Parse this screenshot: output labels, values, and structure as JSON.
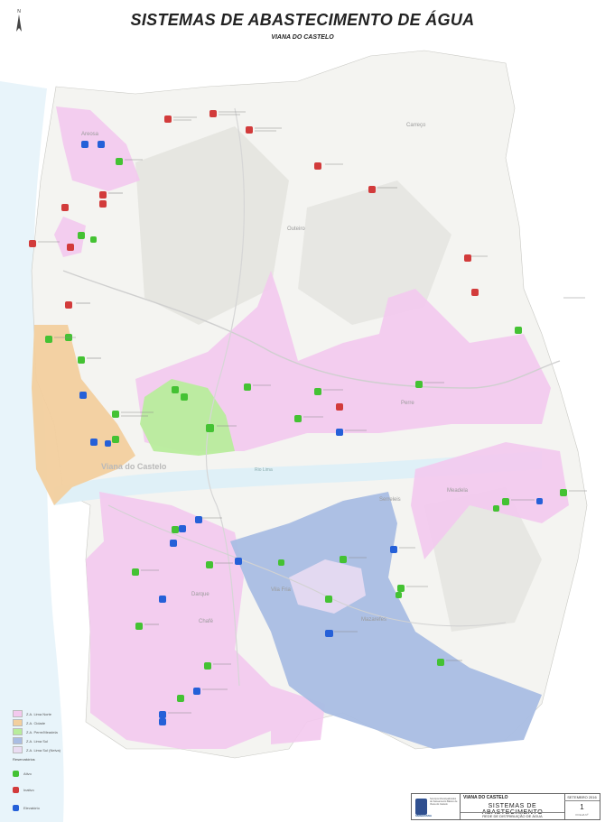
{
  "map_title": "SISTEMAS DE ABASTECIMENTO DE ÁGUA",
  "map_subtitle": "VIANA DO CASTELO",
  "north_label": "N",
  "place_labels": [
    {
      "text": "Viana do Castelo"
    },
    {
      "text": "Rio Lima"
    },
    {
      "text": "Outeiro"
    },
    {
      "text": "Perre"
    },
    {
      "text": "Meadela"
    },
    {
      "text": "Darque"
    },
    {
      "text": "Vila Fria"
    },
    {
      "text": "Serreleis"
    },
    {
      "text": "Mazarefes"
    },
    {
      "text": "Chafé"
    },
    {
      "text": "Carreço"
    },
    {
      "text": "Areosa"
    }
  ],
  "legend": {
    "zones": [
      {
        "label": "Z.A. Lima Norte",
        "color": "#f3c9ee"
      },
      {
        "label": "Z.A. Cidade",
        "color": "#f2cf9e"
      },
      {
        "label": "Z.A. Perre/Meadela",
        "color": "#b8ec9c"
      },
      {
        "label": "Z.A. Lima Sul",
        "color": "#a9bde3"
      },
      {
        "label": "Z.A. Lima Sul (Neiva)",
        "color": "#e9dcf2"
      }
    ],
    "points_heading": "Reservatórios",
    "points": [
      {
        "label": "Ativo",
        "color": "#44c233"
      },
      {
        "label": "Inativo",
        "color": "#d23b3b"
      },
      {
        "label": "Elevatório",
        "color": "#2560d8"
      }
    ]
  },
  "title_block": {
    "municipality": "VIANA DO CASTELO",
    "system": "SISTEMAS DE ABASTECIMENTO",
    "network": "REDE DE DISTRIBUIÇÃO DE ÁGUA",
    "date": "SETEMBRO 2016",
    "sheet_number": "1",
    "sheet_label": "FOLHA Nº",
    "brand": "SMSBVIANA",
    "org": "Serviços Municipalizados de Saneamento Básico de Viana do Castelo"
  },
  "colors": {
    "land": "#f4f4f1",
    "hills": "#e2e2dd",
    "water": "#dff0f7",
    "pink_zone": "#f3c9ee",
    "orange_zone": "#f2cf9e",
    "green_zone": "#b8ec9c",
    "blue_zone": "#a9bde3",
    "active": "#44c233",
    "inactive": "#d23b3b",
    "lift": "#2560d8"
  }
}
